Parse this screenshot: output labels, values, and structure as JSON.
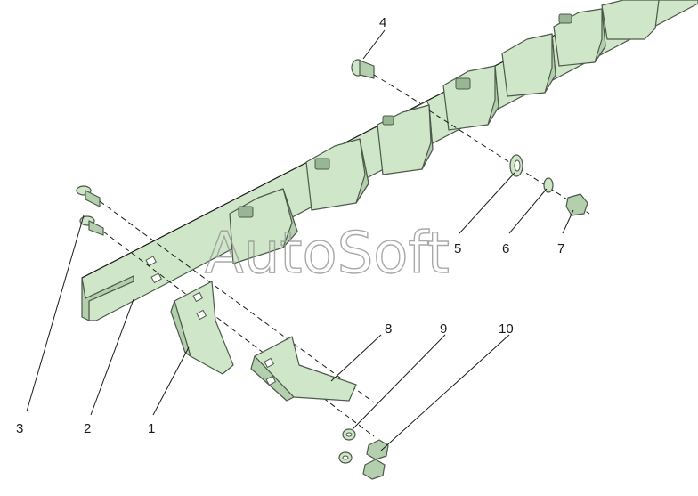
{
  "callouts": [
    {
      "id": "1",
      "label": "1"
    },
    {
      "id": "2",
      "label": "2"
    },
    {
      "id": "3",
      "label": "3"
    },
    {
      "id": "4",
      "label": "4"
    },
    {
      "id": "5",
      "label": "5"
    },
    {
      "id": "6",
      "label": "6"
    },
    {
      "id": "7",
      "label": "7"
    },
    {
      "id": "8",
      "label": "8"
    },
    {
      "id": "9",
      "label": "9"
    },
    {
      "id": "10",
      "label": "10"
    }
  ],
  "watermark": {
    "text": "AutoSoft"
  },
  "colors": {
    "part": "#cfe6c9",
    "outline": "#4d5a4b",
    "text": "#1a1a1a"
  }
}
